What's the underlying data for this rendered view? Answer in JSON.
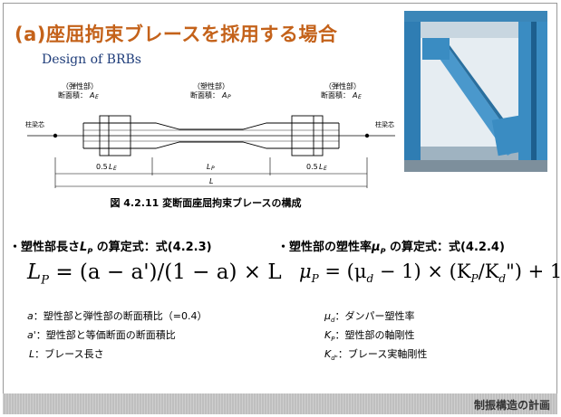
{
  "slide": {
    "title": "(a)座屈拘束ブレースを採用する場合",
    "subtitle": "Design of BRBs",
    "photo_alt": "photo of an installed buckling restrained brace",
    "diagram": {
      "left_part_label": "（弾性部）",
      "left_area": "断面積：",
      "left_area_sym": "A",
      "left_area_sub": "E",
      "mid_part_label": "（塑性部）",
      "mid_area": "断面積：",
      "mid_area_sym": "A",
      "mid_area_sub": "P",
      "right_part_label": "（弾性部）",
      "right_area": "断面積：",
      "right_area_sym": "A",
      "right_area_sub": "E",
      "left_node": "柱梁芯",
      "right_node": "柱梁芯",
      "dim_left": "0.5",
      "dim_left_sym": "L",
      "dim_left_sub": "E",
      "dim_mid_sym": "L",
      "dim_mid_sub": "P",
      "dim_right": "0.5",
      "dim_right_sym": "L",
      "dim_right_sub": "E",
      "dim_total": "L"
    },
    "caption": "図 4.2.11  変断面座屈拘束ブレースの構成",
    "left": {
      "heading_a": "・塑性部長さ",
      "heading_sym": "L",
      "heading_sub": "P",
      "heading_b": " の算定式：式(4.2.3)",
      "formula": {
        "lhs": "L",
        "lhs_sub": "P",
        "rhs": " = (a − a')/(1 − a) × L"
      },
      "defs": [
        {
          "sym": "a",
          "text": "：塑性部と弾性部の断面積比（=0.4）"
        },
        {
          "sym": "a'",
          "text": "：塑性部と等価断面の断面積比"
        },
        {
          "sym": "L",
          "text": "：ブレース長さ"
        }
      ]
    },
    "right": {
      "heading_a": "・塑性部の塑性率",
      "heading_sym": "μ",
      "heading_sub": "P",
      "heading_b": " の算定式：式(4.2.4)",
      "formula": {
        "lhs": "μ",
        "lhs_sub": "P",
        "part1": " = (μ",
        "part1_sub": "d",
        "part2": " − 1) × (K",
        "part2_sub": "P",
        "part3": "/K",
        "part3_sub": "d",
        "part4": "\") + 1"
      },
      "defs": [
        {
          "sym": "μ",
          "sub": "d",
          "text": "：ダンパー塑性率"
        },
        {
          "sym": "K",
          "sub": "P",
          "text": "：塑性部の軸剛性"
        },
        {
          "sym": "K",
          "sub": "d\"",
          "text": "：ブレース実軸剛性"
        }
      ]
    },
    "footer": "制振構造の計画",
    "colors": {
      "title": "#c4621a",
      "subtitle": "#1f3d7a",
      "footer_bg": "#bfbfbf"
    }
  }
}
